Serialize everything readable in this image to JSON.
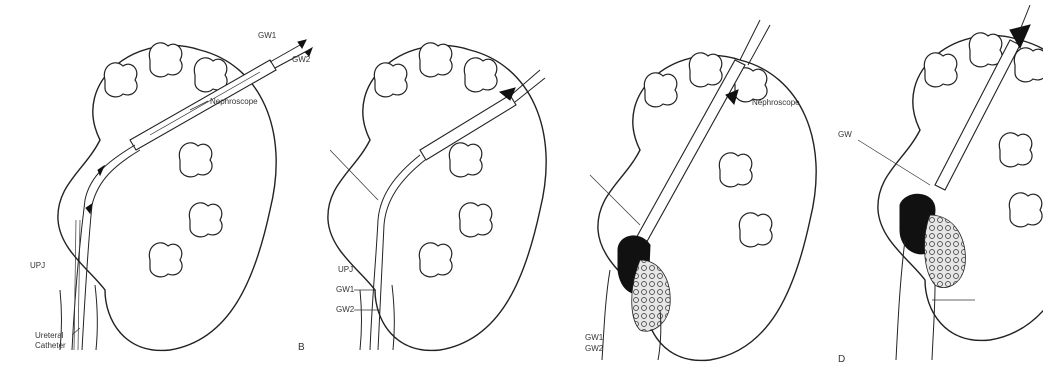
{
  "figure": {
    "panels": [
      {
        "id": "A",
        "letter": "",
        "labels": {
          "gw1": "GW1",
          "gw2": "GW2",
          "nephroscope": "Nephroscope",
          "upj": "UPJ",
          "catheter_line1": "Ureteral",
          "catheter_line2": "Catheter"
        }
      },
      {
        "id": "B",
        "letter": "B",
        "labels": {
          "upj": "UPJ",
          "gw1": "GW1",
          "gw2": "GW2"
        }
      },
      {
        "id": "C",
        "letter": "",
        "labels": {
          "nephroscope": "Nephroscope",
          "gw1": "GW1",
          "gw2": "GW2"
        }
      },
      {
        "id": "D",
        "letter": "D",
        "labels": {
          "gw": "GW"
        }
      }
    ],
    "colors": {
      "ink": "#222222",
      "background": "#ffffff",
      "stone": "#cfcfcf"
    }
  }
}
